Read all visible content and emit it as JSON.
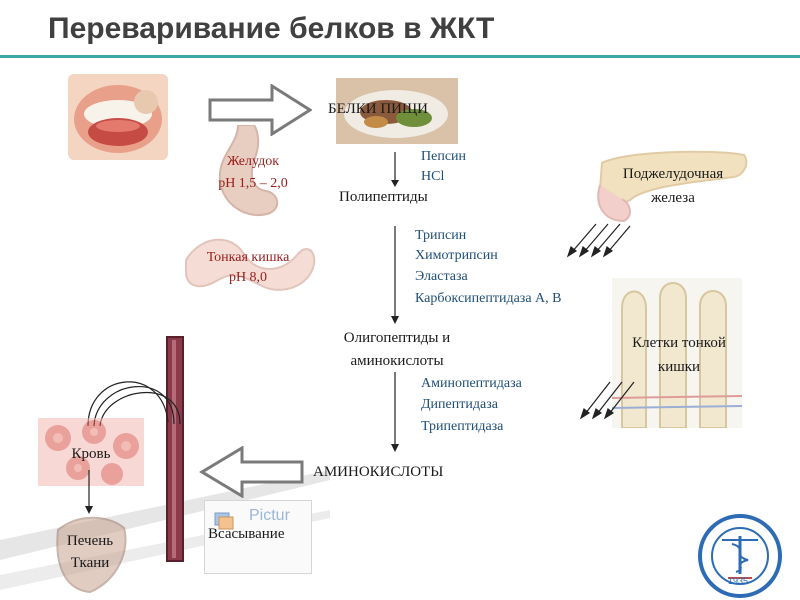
{
  "title": "Переваривание белков в ЖКТ",
  "nodes": {
    "food_proteins": "БЕЛКИ ПИЩИ",
    "polypeptides": "Полипептиды",
    "oligo_line1": "Олигопептиды и",
    "oligo_line2": "аминокислоты",
    "amino_acids": "АМИНОКИСЛОТЫ"
  },
  "stomach": {
    "name": "Желудок",
    "ph": "pH 1,5 – 2,0"
  },
  "small_intestine": {
    "name": "Тонкая кишка",
    "ph": "pH 8,0"
  },
  "pancreas": {
    "line1": "Поджелудочная",
    "line2": "железа"
  },
  "intestinal_cells": {
    "line1": "Клетки тонкой",
    "line2": "кишки"
  },
  "enzymes_stomach": [
    "Пепсин",
    "HCl"
  ],
  "enzymes_pancreas": [
    "Трипсин",
    "Химотрипсин",
    "Эластаза",
    "Карбоксипептидаза А, В"
  ],
  "enzymes_intestine": [
    "Аминопептидаза",
    "Дипептидаза",
    "Трипептидаза"
  ],
  "blood": "Кровь",
  "liver": {
    "line1": "Печень",
    "line2": "Ткани"
  },
  "absorption": "Всасывание",
  "picture_placeholder": "Pictur",
  "logo_year": "1935",
  "colors": {
    "title_rule": "#3aa6a8",
    "enzyme_text": "#1f4e79",
    "organ_text": "#9b1c1c",
    "vessel": "#8b3a4a"
  }
}
